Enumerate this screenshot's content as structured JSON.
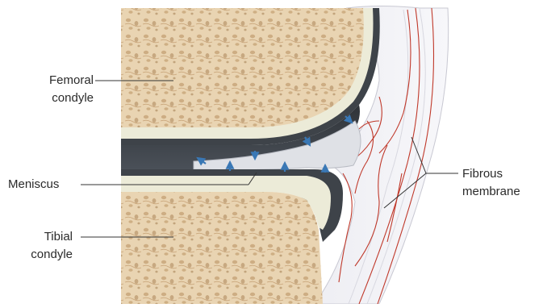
{
  "labels": {
    "femoral_condyle": {
      "line1": "Femoral",
      "line2": "condyle"
    },
    "meniscus": {
      "text": "Meniscus"
    },
    "tibial_condyle": {
      "line1": "Tibial",
      "line2": "condyle"
    },
    "fibrous_membrane": {
      "line1": "Fibrous",
      "line2": "membrane"
    }
  },
  "colors": {
    "bone": "#e8d3b0",
    "bone_pore": "#b58c5c",
    "cartilage": "#ecebd8",
    "joint_space": "#3e4349",
    "meniscus": "#dfe1e6",
    "membrane": "#ecebf0",
    "vessel": "#c0392b",
    "arrow": "#3a78b5",
    "leader_line": "#333333"
  },
  "icons": [
    "arrow-icon"
  ]
}
